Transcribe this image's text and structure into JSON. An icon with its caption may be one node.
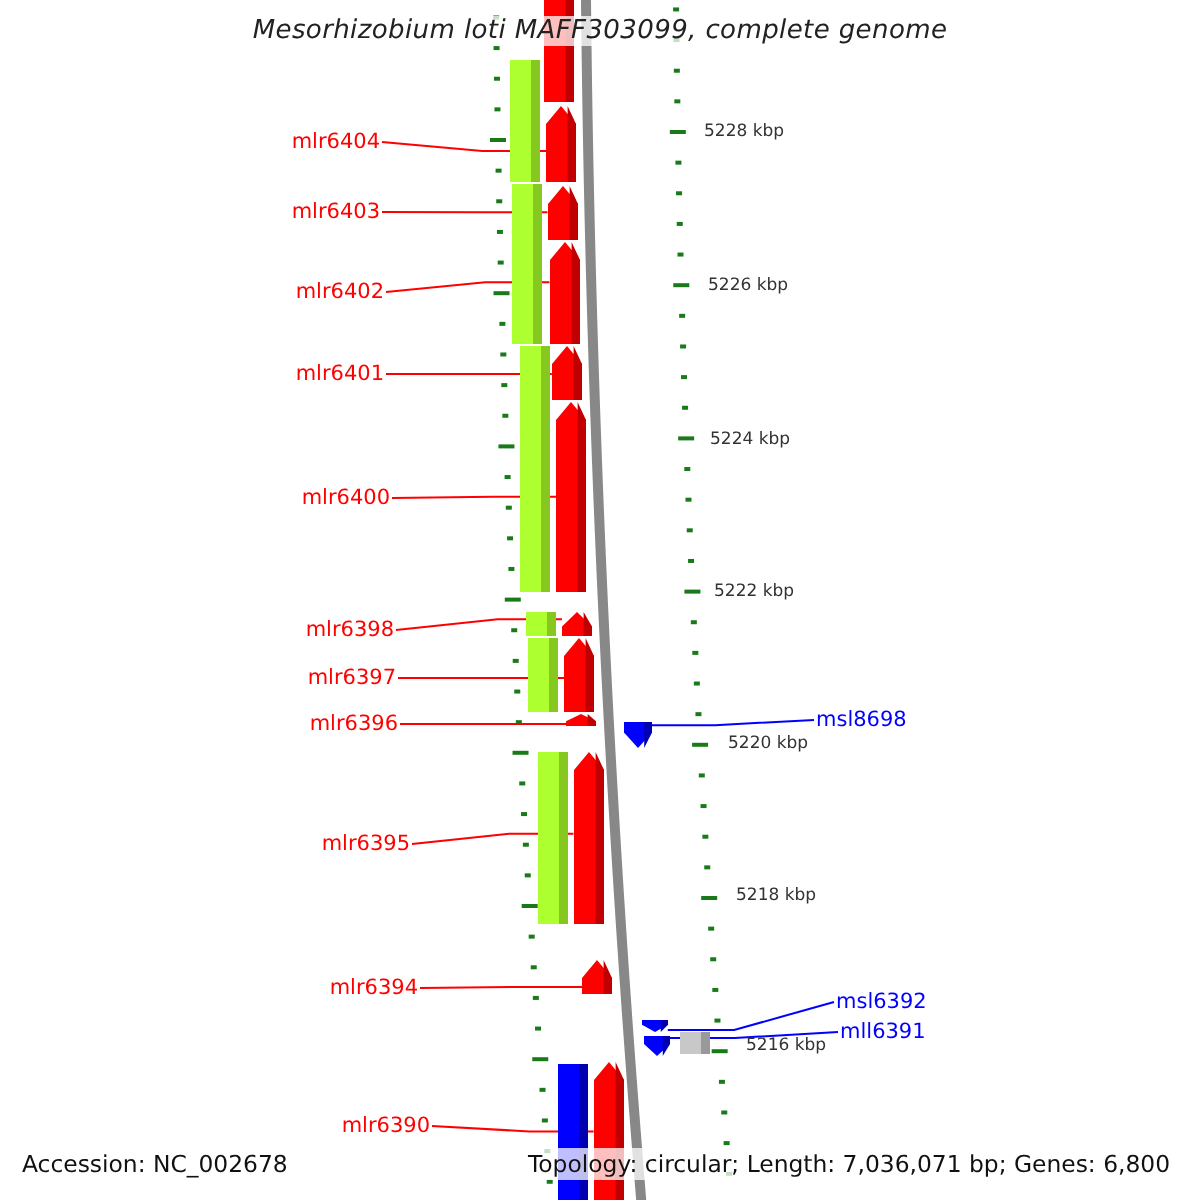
{
  "diagram": {
    "title": "Mesorhizobium loti MAFF303099, complete genome",
    "nodes": [
      {
        "text": [
          "mlr6404"
        ]
      },
      {
        "text": [
          "mlr6403"
        ]
      },
      {
        "text": [
          "mlr6402"
        ]
      },
      {
        "text": [
          "mlr6401"
        ]
      },
      {
        "text": [
          "mlr6400"
        ]
      },
      {
        "text": [
          "mlr6398"
        ]
      },
      {
        "text": [
          "mlr6397"
        ]
      },
      {
        "text": [
          "mlr6396"
        ]
      },
      {
        "text": [
          "msl8698"
        ]
      },
      {
        "text": [
          "mlr6395"
        ]
      },
      {
        "text": [
          "mlr6394"
        ]
      },
      {
        "text": [
          "msl6392"
        ]
      },
      {
        "text": [
          "mll6391"
        ]
      },
      {
        "text": [
          "mlr6390"
        ]
      },
      {
        "text": [],
        "shape": "arrow"
      },
      {
        "text": [],
        "shape": "arrow"
      },
      {
        "text": [],
        "shape": "arrow"
      },
      {
        "text": [],
        "shape": "arrow"
      },
      {
        "text": [],
        "shape": "arrow"
      },
      {
        "text": [],
        "shape": "arrow"
      },
      {
        "text": [],
        "shape": "arrow"
      },
      {
        "text": [],
        "shape": "arrow"
      },
      {
        "text": [],
        "shape": "arrow"
      },
      {
        "text": [],
        "shape": "arrow"
      },
      {
        "text": [],
        "shape": "arrow"
      },
      {
        "text": [],
        "shape": "arrow"
      },
      {
        "text": [],
        "shape": "arrow"
      },
      {
        "text": [],
        "shape": "arrow"
      },
      {
        "text": [],
        "shape": "arrow"
      },
      {
        "text": [],
        "shape": "box"
      },
      {
        "text": [],
        "shape": "bar"
      },
      {
        "text": [],
        "shape": "bar"
      },
      {
        "text": [],
        "shape": "bar"
      },
      {
        "text": [],
        "shape": "bar"
      },
      {
        "text": [],
        "shape": "bar"
      },
      {
        "text": [],
        "shape": "bar"
      },
      {
        "text": [],
        "shape": "bar"
      }
    ],
    "edges": [
      {
        "from": 0,
        "to": 15,
        "arrow": "none"
      },
      {
        "from": 1,
        "to": 16,
        "arrow": "none"
      },
      {
        "from": 2,
        "to": 17,
        "arrow": "none"
      },
      {
        "from": 3,
        "to": 18,
        "arrow": "none"
      },
      {
        "from": 4,
        "to": 19,
        "arrow": "none"
      },
      {
        "from": 5,
        "to": 20,
        "arrow": "none"
      },
      {
        "from": 6,
        "to": 21,
        "arrow": "none"
      },
      {
        "from": 7,
        "to": 22,
        "arrow": "none"
      },
      {
        "from": 8,
        "to": 26,
        "arrow": "none",
        "color": "#0000ff"
      },
      {
        "from": 9,
        "to": 23,
        "arrow": "none"
      },
      {
        "from": 10,
        "to": 24,
        "arrow": "none"
      },
      {
        "from": 11,
        "to": 27,
        "arrow": "none",
        "color": "#0000ff"
      },
      {
        "from": 12,
        "to": 28,
        "arrow": "none",
        "color": "#0000ff"
      },
      {
        "from": 13,
        "to": 25,
        "arrow": "none"
      }
    ],
    "labels": [
      "5228 kbp",
      "5226 kbp",
      "5224 kbp",
      "5222 kbp",
      "5220 kbp",
      "5218 kbp",
      "5216 kbp",
      "Accession: NC_002678",
      "Topology: circular; Length: 7,036,071 bp; Genes: 6,800"
    ]
  }
}
